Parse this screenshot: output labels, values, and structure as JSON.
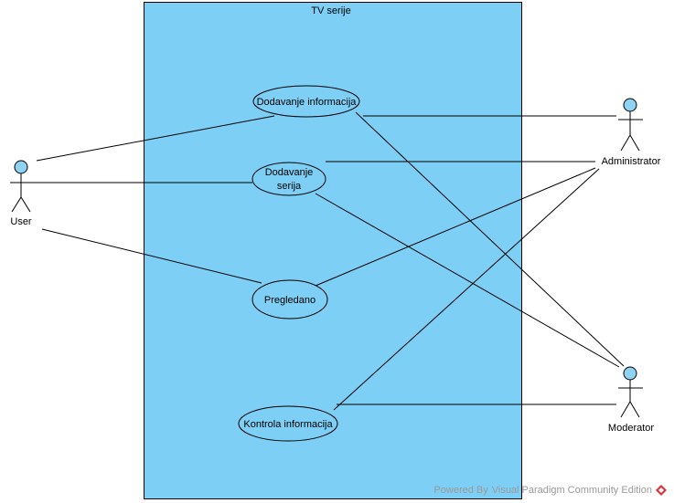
{
  "system": {
    "title": "TV serije"
  },
  "actors": {
    "user": "User",
    "administrator": "Administrator",
    "moderator": "Moderator"
  },
  "use_cases": {
    "dodavanje_informacija": "Dodavanje informacija",
    "dodavanje_serija_line1": "Dodavanje",
    "dodavanje_serija_line2": "serija",
    "pregledano": "Pregledano",
    "kontrola_informacija": "Kontrola informacija"
  },
  "watermark": {
    "powered_by": "Powered By",
    "product": "Visual Paradigm Community Edition"
  },
  "colors": {
    "system_fill": "#7dcff5",
    "actor_head": "#8fd3f3",
    "line": "#000000",
    "logo": "#d9343a"
  }
}
